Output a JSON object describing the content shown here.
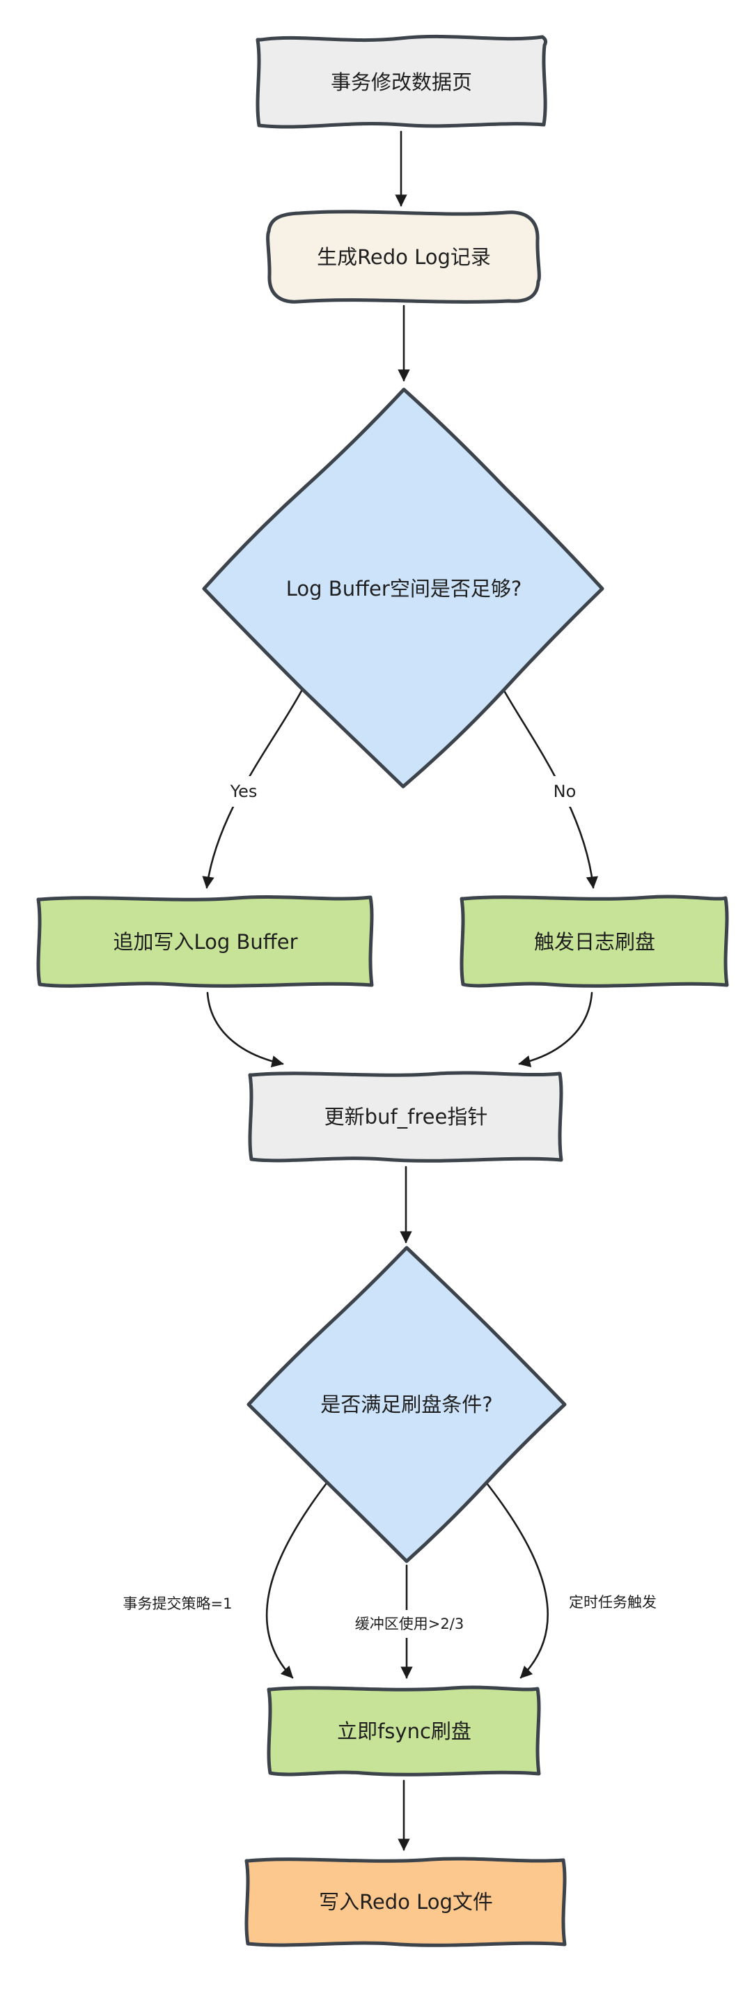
{
  "nodes": {
    "modify_page": {
      "label": "事务修改数据页"
    },
    "gen_redo": {
      "label": "生成Redo Log记录"
    },
    "buffer_enough": {
      "label": "Log Buffer空间是否足够?"
    },
    "append_buffer": {
      "label": "追加写入Log Buffer"
    },
    "trigger_flush": {
      "label": "触发日志刷盘"
    },
    "update_buf_free": {
      "label": "更新buf_free指针"
    },
    "flush_condition": {
      "label": "是否满足刷盘条件?"
    },
    "fsync_now": {
      "label": "立即fsync刷盘"
    },
    "write_file": {
      "label": "写入Redo Log文件"
    }
  },
  "edge_labels": {
    "yes": "Yes",
    "no": "No",
    "commit_policy": "事务提交策略=1",
    "buffer_usage": "缓冲区使用>2/3",
    "timer": "定时任务触发"
  },
  "colors": {
    "stroke": "#3d434b",
    "arrow": "#1b1b1b",
    "text": "#1e1e1e",
    "background": "#ffffff",
    "process_gray": "#ededed",
    "start_cream": "#f7f2e5",
    "decision_blue": "#cce3fa",
    "action_green": "#c7e397",
    "output_orange": "#fdc88e"
  }
}
